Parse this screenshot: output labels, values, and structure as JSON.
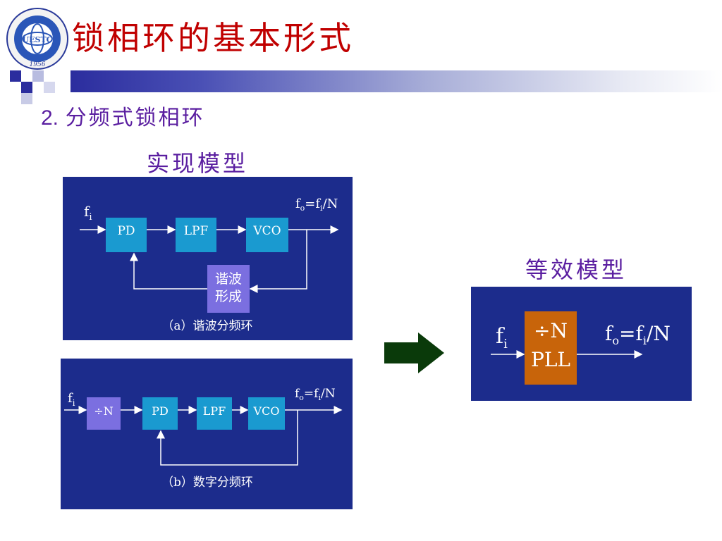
{
  "slide": {
    "title": "锁相环的基本形式",
    "subtitle_number": "2.",
    "subtitle_text": "分频式锁相环",
    "impl_label": "实现模型",
    "equiv_label": "等效模型"
  },
  "logo": {
    "text": "UESTC",
    "year": "1956"
  },
  "panel_a": {
    "input": "f",
    "input_sub": "i",
    "output_f": "f",
    "output_sub_o": "o",
    "output_eq": "=f",
    "output_sub_i": "i",
    "output_div": "/N",
    "blocks": [
      "PD",
      "LPF",
      "VCO"
    ],
    "feedback_line1": "谐波",
    "feedback_line2": "形成",
    "caption": "（a）谐波分频环"
  },
  "panel_b": {
    "input": "f",
    "input_sub": "i",
    "output_f": "f",
    "output_sub_o": "o",
    "output_eq": "=f",
    "output_sub_i": "i",
    "output_div": "/N",
    "blocks": [
      "÷N",
      "PD",
      "LPF",
      "VCO"
    ],
    "caption": "（b）数字分频环"
  },
  "equiv": {
    "input": "f",
    "input_sub": "i",
    "block_line1": "÷N",
    "block_line2": "PLL",
    "output_f": "f",
    "output_sub_o": "o",
    "output_eq": "=f",
    "output_sub_i": "i",
    "output_div": "/N"
  },
  "colors": {
    "panel_bg": "#1c2c8c",
    "block_blue": "#1a9ad0",
    "block_purple": "#7b6fe0",
    "block_orange": "#c8640a",
    "title_red": "#c00000",
    "text_purple": "#5a1ea0",
    "arrow_green": "#0a3a0a"
  }
}
